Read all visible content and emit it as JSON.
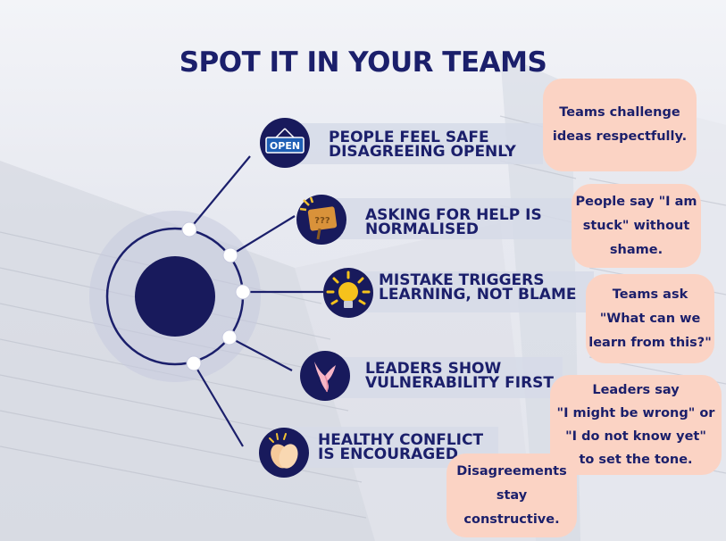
{
  "title": "SPOT IT IN YOUR TEAMS",
  "items": [
    {
      "line1": "PEOPLE FEEL SAFE",
      "line2": "DISAGREEING OPENLY",
      "icon": "open-sign-icon",
      "note": [
        "Teams challenge",
        "ideas respectfully."
      ]
    },
    {
      "line1": "ASKING FOR HELP IS",
      "line2": "NORMALISED",
      "icon": "question-sign-icon",
      "note": [
        "People say \"I am",
        "stuck\" without",
        "shame."
      ]
    },
    {
      "line1": "MISTAKE TRIGGERS",
      "line2": "LEARNING, NOT BLAME",
      "icon": "lightbulb-icon",
      "note": [
        "Teams ask",
        "\"What can we",
        "learn from this?\""
      ]
    },
    {
      "line1": "LEADERS SHOW",
      "line2": "VULNERABILITY FIRST",
      "icon": "heart-hands-icon",
      "note": [
        "Leaders say",
        "\"I might be wrong\" or",
        "\"I do not know yet\"",
        "to set the tone."
      ]
    },
    {
      "line1": "HEALTHY CONFLICT",
      "line2": "IS ENCOURAGED",
      "icon": "clapping-hands-icon",
      "note": [
        "Disagreements",
        "stay constructive."
      ]
    }
  ],
  "open_sign_text": "OPEN",
  "question_sign_text": "???",
  "colors": {
    "navy": "#1b1f6b",
    "peach": "#fbd3c4",
    "bar": "#d6dae8"
  }
}
